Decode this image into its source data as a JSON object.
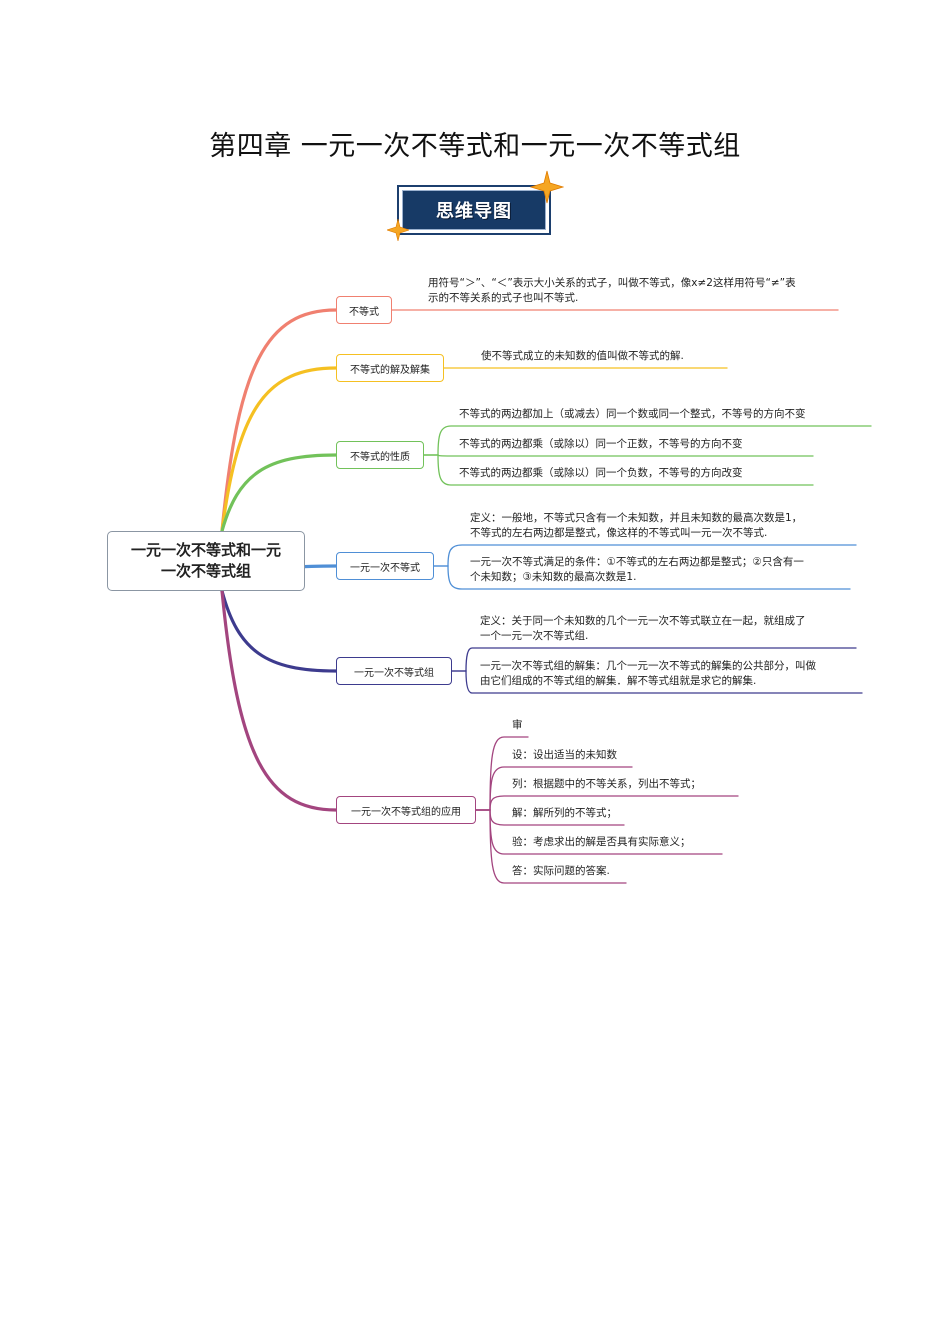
{
  "title": "第四章  一元一次不等式和一元一次不等式组",
  "banner": "思维导图",
  "root": {
    "line1": "一元一次不等式和一元",
    "line2": "一次不等式组"
  },
  "branches": [
    {
      "label": "不等式",
      "color": "#f08070",
      "leaves": [
        {
          "lines": [
            "用符号“＞”、“＜”表示大小关系的式子，叫做不等式，像x≠2这样用符号“≠”表",
            "示的不等关系的式子也叫不等式."
          ]
        }
      ]
    },
    {
      "label": "不等式的解及解集",
      "color": "#f5c022",
      "leaves": [
        {
          "lines": [
            "使不等式成立的未知数的值叫做不等式的解."
          ]
        }
      ]
    },
    {
      "label": "不等式的性质",
      "color": "#72c25a",
      "leaves": [
        {
          "lines": [
            "不等式的两边都加上（或减去）同一个数或同一个整式，不等号的方向不变"
          ]
        },
        {
          "lines": [
            "不等式的两边都乘（或除以）同一个正数，不等号的方向不变"
          ]
        },
        {
          "lines": [
            "不等式的两边都乘（或除以）同一个负数，不等号的方向改变"
          ]
        }
      ]
    },
    {
      "label": "一元一次不等式",
      "color": "#4f8fd6",
      "leaves": [
        {
          "lines": [
            "定义：一般地，不等式只含有一个未知数，并且未知数的最高次数是1，",
            "不等式的左右两边都是整式，像这样的不等式叫一元一次不等式."
          ]
        },
        {
          "lines": [
            "一元一次不等式满足的条件：①不等式的左右两边都是整式；②只含有一",
            "个未知数；③未知数的最高次数是1."
          ]
        }
      ]
    },
    {
      "label": "一元一次不等式组",
      "color": "#3d3b8e",
      "leaves": [
        {
          "lines": [
            "定义：关于同一个未知数的几个一元一次不等式联立在一起，就组成了",
            "一个一元一次不等式组."
          ]
        },
        {
          "lines": [
            "一元一次不等式组的解集：几个一元一次不等式的解集的公共部分，叫做",
            "由它们组成的不等式组的解集．解不等式组就是求它的解集."
          ]
        }
      ]
    },
    {
      "label": "一元一次不等式组的应用",
      "color": "#a3457f",
      "leaves": [
        {
          "lines": [
            "审"
          ]
        },
        {
          "lines": [
            "设：设出适当的未知数"
          ]
        },
        {
          "lines": [
            "列：根据题中的不等关系，列出不等式；"
          ]
        },
        {
          "lines": [
            "解：解所列的不等式；"
          ]
        },
        {
          "lines": [
            "验：考虑求出的解是否具有实际意义；"
          ]
        },
        {
          "lines": [
            "答：实际问题的答案."
          ]
        }
      ]
    }
  ]
}
